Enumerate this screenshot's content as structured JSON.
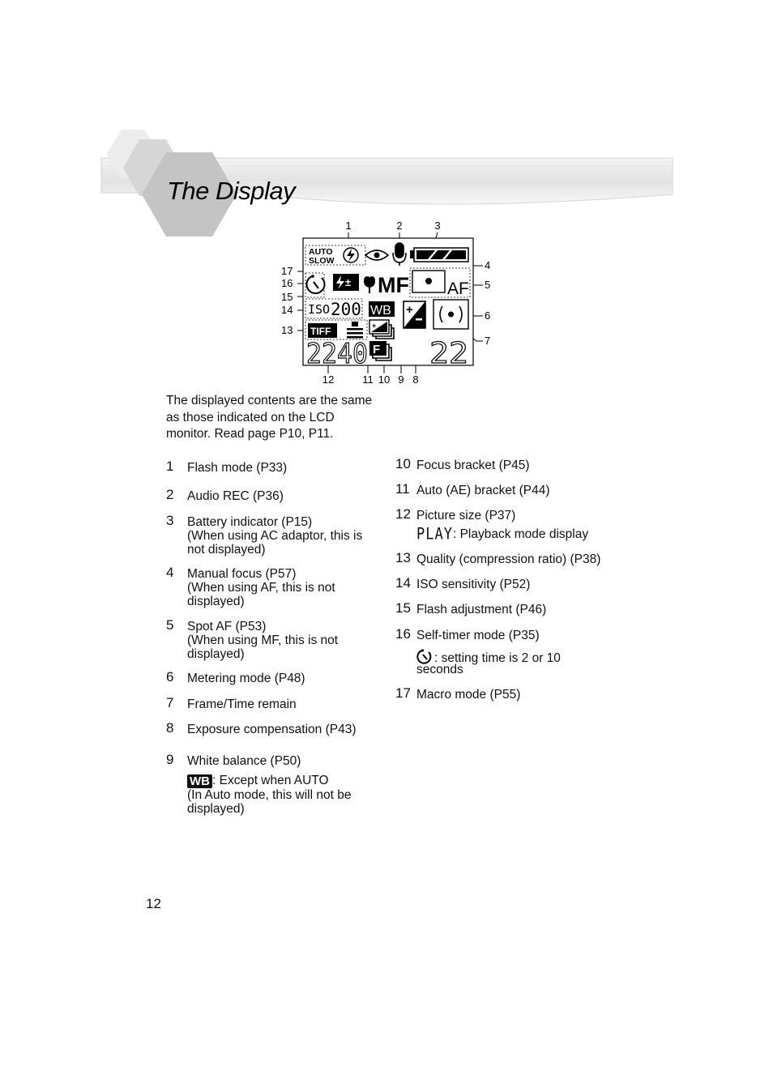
{
  "page": {
    "title": "The Display",
    "page_number": "12",
    "intro_lines": [
      "The displayed contents are the same",
      "as those indicated on the LCD",
      "monitor. Read page P10, P11."
    ]
  },
  "diagram": {
    "callout_numbers": [
      "1",
      "2",
      "3",
      "4",
      "5",
      "6",
      "7",
      "8",
      "9",
      "10",
      "11",
      "12",
      "13",
      "14",
      "15",
      "16",
      "17"
    ],
    "lcd": {
      "auto_line1": "AUTO",
      "auto_line2": "SLOW",
      "mf": "MF",
      "af": "AF",
      "iso": "ISO",
      "iso_value": "200",
      "wb": "WB",
      "tiff": "TIFF",
      "f_icon": "F",
      "picture_size": "2240",
      "frames": "22"
    }
  },
  "items": [
    {
      "num": "1",
      "label": "Flash mode (P33)"
    },
    {
      "num": "2",
      "label": "Audio REC (P36)"
    },
    {
      "num": "3",
      "label": "Battery indicator (P15)",
      "sub": [
        "(When using AC adaptor, this is",
        "not displayed)"
      ]
    },
    {
      "num": "4",
      "label": "Manual focus (P57)",
      "sub": [
        "(When using AF, this is not",
        "displayed)"
      ]
    },
    {
      "num": "5",
      "label": "Spot AF (P53)",
      "sub": [
        "(When using MF, this is not",
        "displayed)"
      ]
    },
    {
      "num": "6",
      "label": "Metering mode (P48)"
    },
    {
      "num": "7",
      "label": "Frame/Time remain"
    },
    {
      "num": "8",
      "label": "Exposure compensation (P43)"
    },
    {
      "num": "9",
      "label": "White balance (P50)",
      "badge": "WB",
      "badge_text": ": Except when AUTO",
      "sub": [
        "(In Auto mode, this will not be",
        "displayed)"
      ]
    },
    {
      "num": "10",
      "label": "Focus bracket (P45)"
    },
    {
      "num": "11",
      "label": "Auto (AE) bracket (P44)"
    },
    {
      "num": "12",
      "label": "Picture size (P37)",
      "glyph": "PLAY",
      "glyph_text": ": Playback mode display"
    },
    {
      "num": "13",
      "label": "Quality (compression ratio) (P38)"
    },
    {
      "num": "14",
      "label": "ISO sensitivity (P52)"
    },
    {
      "num": "15",
      "label": "Flash adjustment (P46)"
    },
    {
      "num": "16",
      "label": "Self-timer mode (P35)",
      "icon": "self-timer-icon",
      "icon_text": ": setting time is 2 or 10",
      "sub": [
        "seconds"
      ]
    },
    {
      "num": "17",
      "label": "Macro mode (P55)"
    }
  ],
  "icons": [
    "self-timer-icon",
    "flash-auto-icon",
    "red-eye-icon",
    "microphone-icon",
    "battery-icon",
    "flash-adjust-icon",
    "macro-icon",
    "spot-af-icon",
    "metering-icon",
    "exposure-compensation-icon",
    "quality-icon",
    "ae-bracket-icon",
    "focus-bracket-icon"
  ]
}
